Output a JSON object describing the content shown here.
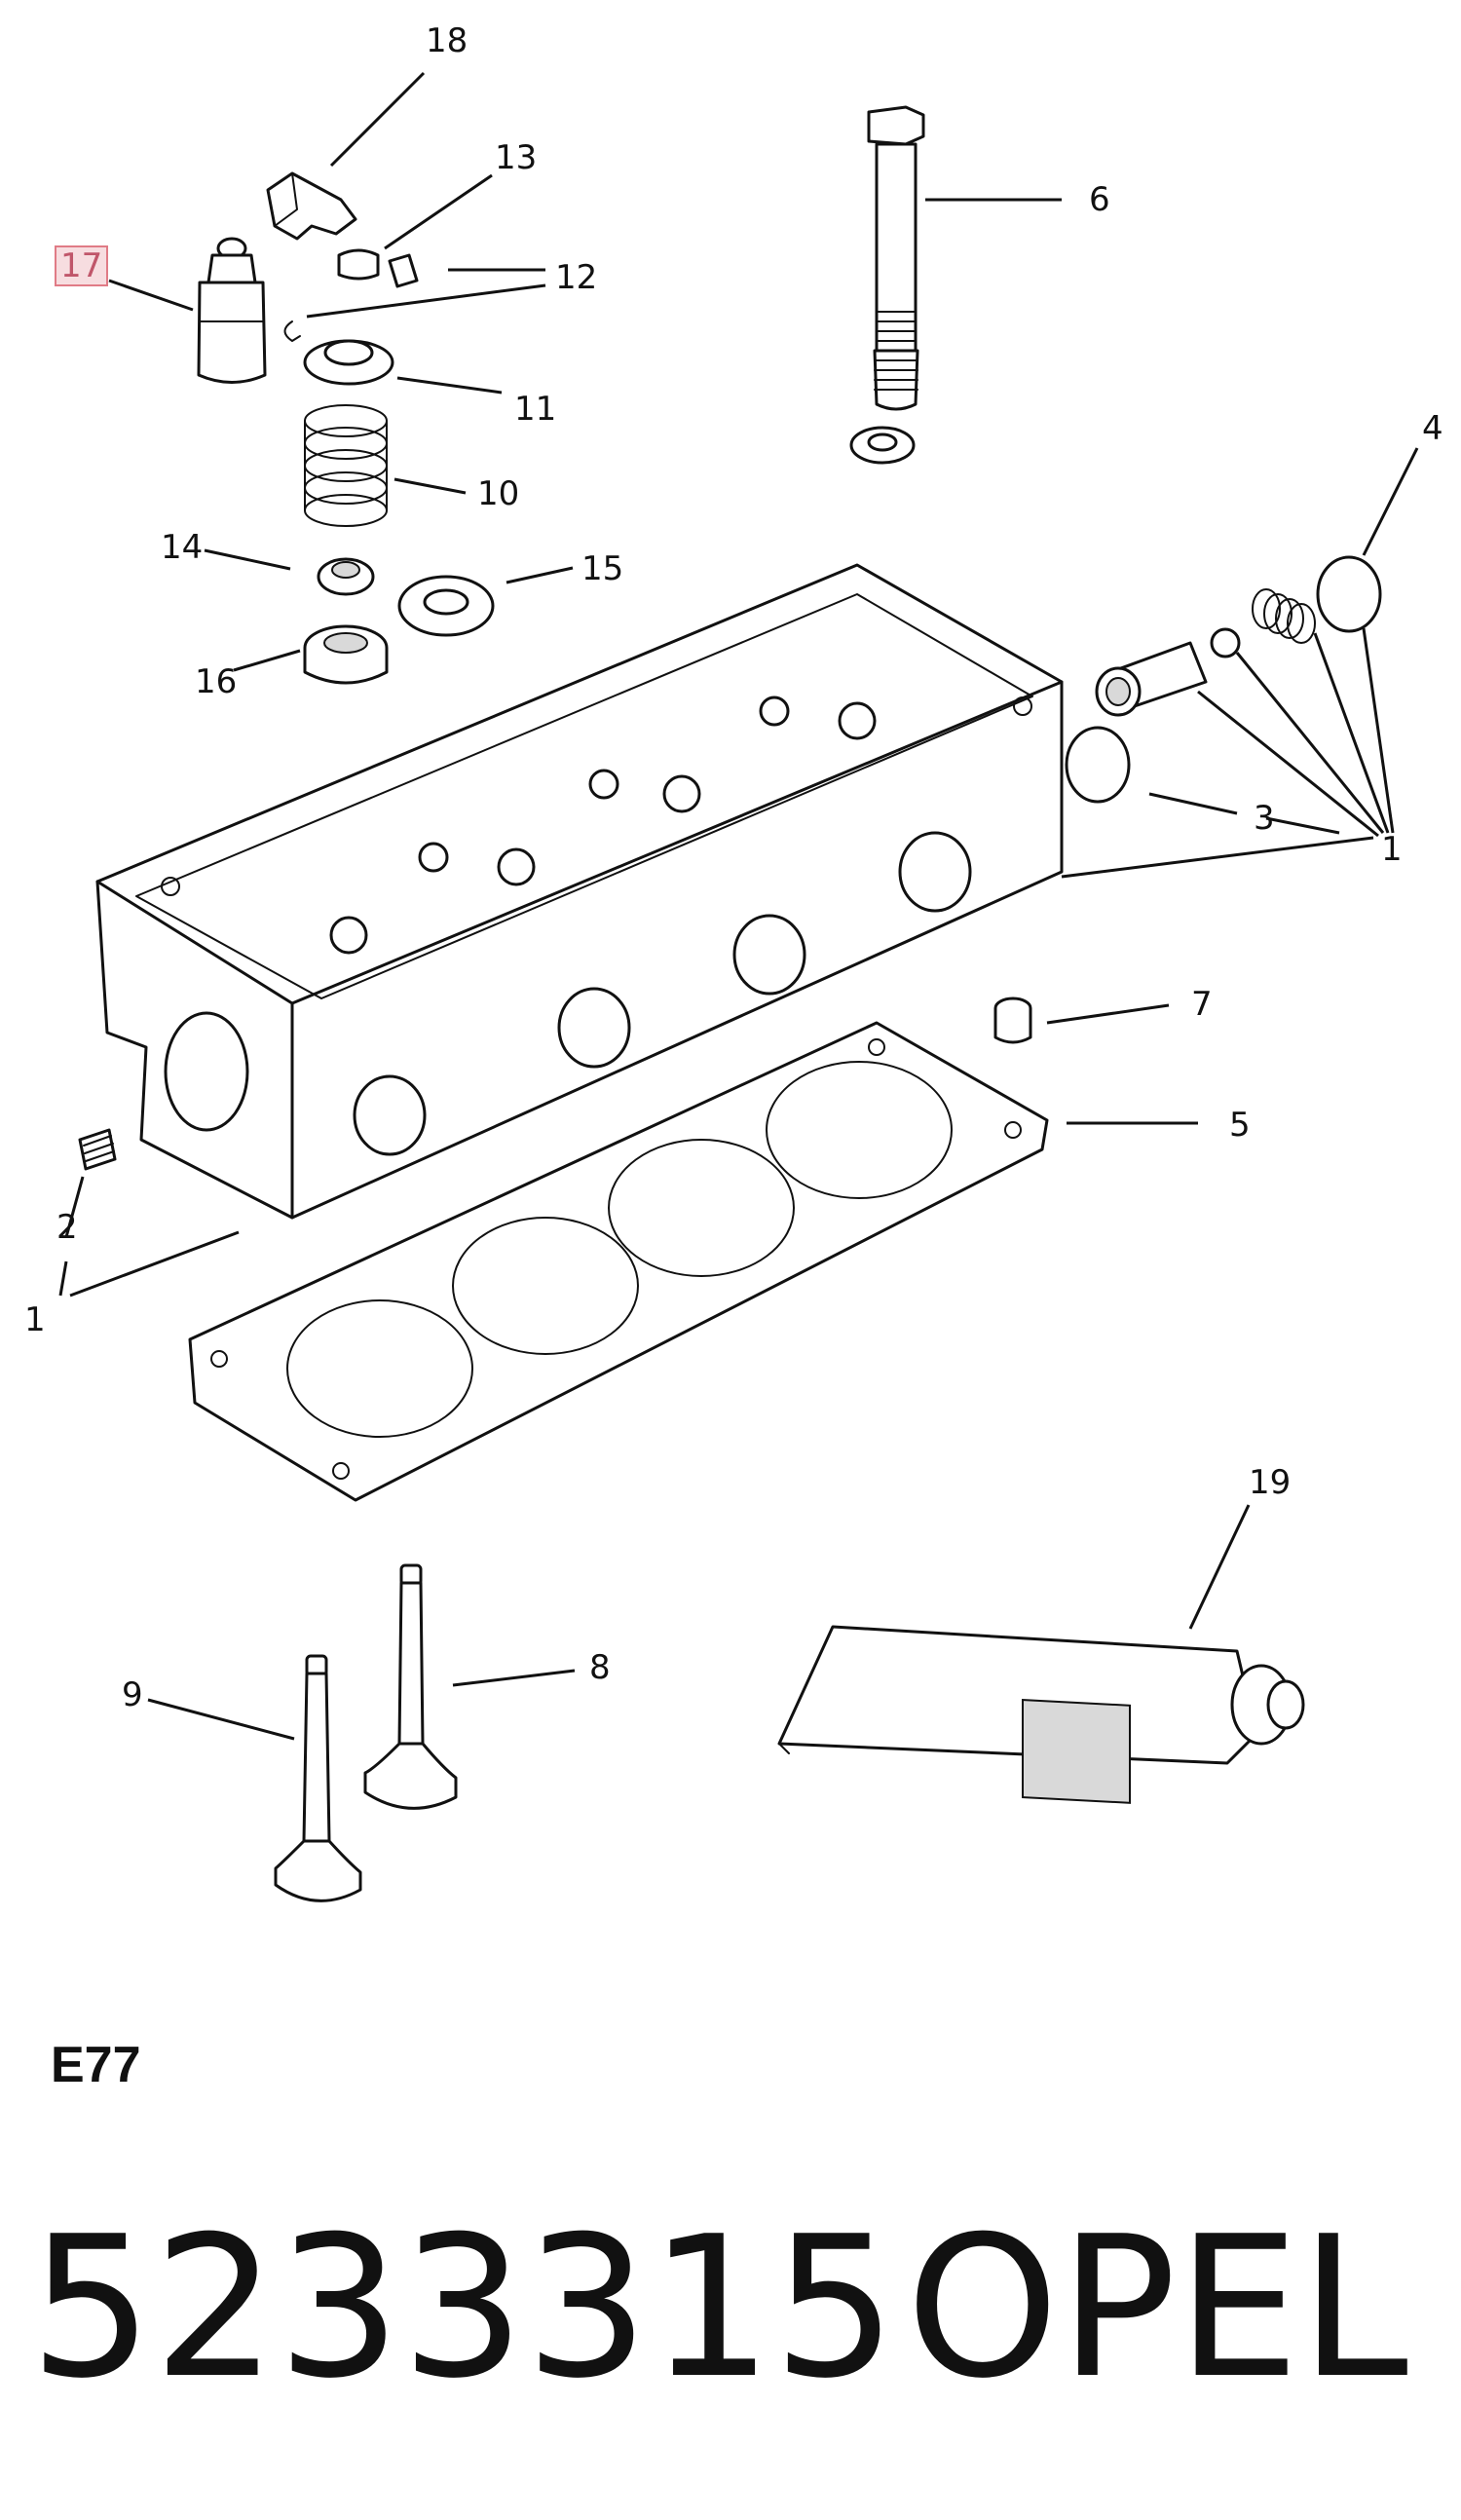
{
  "diagram": {
    "callouts": [
      {
        "id": "c18",
        "text": "18"
      },
      {
        "id": "c13",
        "text": "13"
      },
      {
        "id": "c17",
        "text": "17",
        "highlighted": true
      },
      {
        "id": "c12",
        "text": "12"
      },
      {
        "id": "c11",
        "text": "11"
      },
      {
        "id": "c10",
        "text": "10"
      },
      {
        "id": "c14",
        "text": "14"
      },
      {
        "id": "c15",
        "text": "15"
      },
      {
        "id": "c16",
        "text": "16"
      },
      {
        "id": "c6",
        "text": "6"
      },
      {
        "id": "c4",
        "text": "4"
      },
      {
        "id": "c3",
        "text": "3"
      },
      {
        "id": "c1a",
        "text": "1"
      },
      {
        "id": "c7",
        "text": "7"
      },
      {
        "id": "c5",
        "text": "5"
      },
      {
        "id": "c2",
        "text": "2"
      },
      {
        "id": "c1b",
        "text": "1"
      },
      {
        "id": "c19",
        "text": "19"
      },
      {
        "id": "c8",
        "text": "8"
      },
      {
        "id": "c9",
        "text": "9"
      }
    ],
    "highlight_color": "#e07b86"
  },
  "footer": {
    "code": "E77",
    "part_number": "5233315",
    "brand": "OPEL"
  }
}
